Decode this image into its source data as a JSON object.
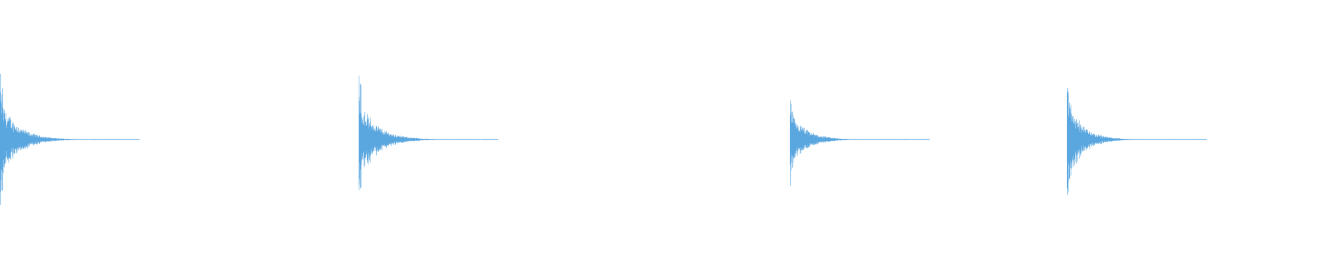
{
  "waveform": {
    "color": "#5aa6df",
    "background": "#ffffff",
    "onsets": [
      {
        "time_fraction": 0.0,
        "peak": 0.7,
        "decay": 0.35
      },
      {
        "time_fraction": 0.2677,
        "peak": 0.7,
        "decay": 0.36
      },
      {
        "time_fraction": 0.5896,
        "peak": 0.48,
        "decay": 0.32
      },
      {
        "time_fraction": 0.7964,
        "peak": 0.75,
        "decay": 0.3
      }
    ]
  }
}
